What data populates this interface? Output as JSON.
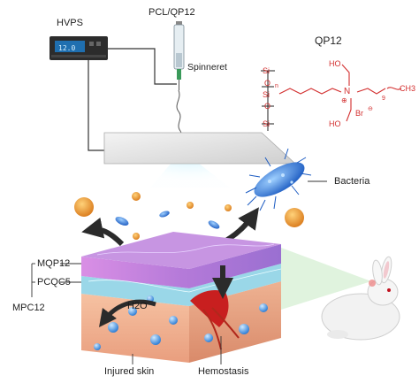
{
  "labels": {
    "hvps": "HVPS",
    "pcl_qp12": "PCL/QP12",
    "spinneret": "Spinneret",
    "qp12_title": "QP12",
    "bacteria": "Bacteria",
    "mqp12": "MQP12",
    "pcqc5": "PCQC5",
    "mpc12": "MPC12",
    "water": "H2O",
    "injured_skin": "Injured skin",
    "hemostasis": "Hemostasis"
  },
  "chem": {
    "si": "Si",
    "o": "O",
    "n": "N",
    "plus": "⊕",
    "br": "Br",
    "minus": "⊖",
    "ho": "HO",
    "ch3": "CH3",
    "sub_n": "n",
    "sub_9": "9"
  },
  "device": {
    "display": "12.0"
  },
  "colors": {
    "red_structure": "#d32f2f",
    "membrane_purple": "#b56fd1",
    "membrane_cyan": "#8fd3e6",
    "skin": "#efb08f",
    "arrow": "#2b2b2b",
    "bacteria_blue": "#2a73d6",
    "bacteria_orange": "#e88a1f"
  }
}
